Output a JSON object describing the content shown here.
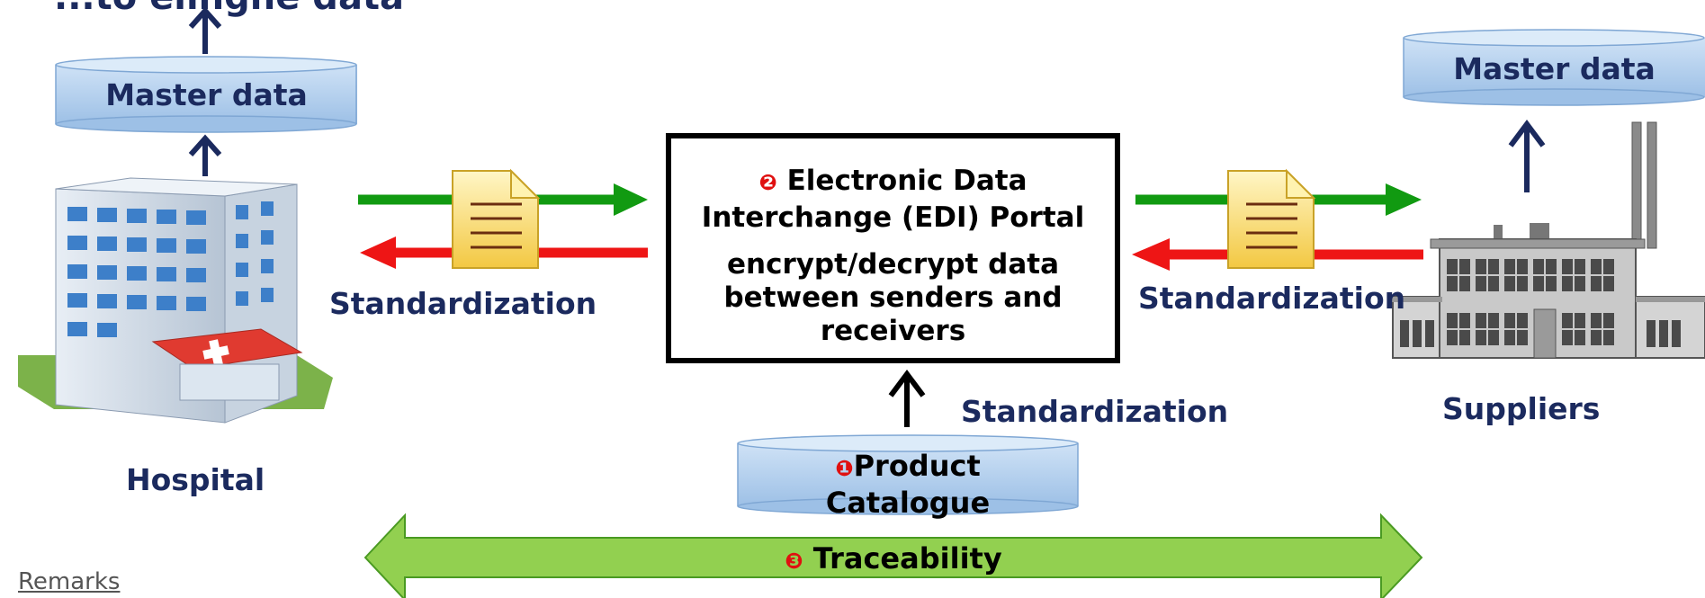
{
  "hospital": {
    "top_text_fragment": "...to eiinghe data",
    "master_data": "Master data",
    "label": "Hospital",
    "standardization": "Standardization"
  },
  "edi": {
    "marker": "❷",
    "title": "Electronic Data Interchange  (EDI) Portal",
    "description": "encrypt/decrypt data between senders and receivers",
    "standardization": "Standardization"
  },
  "catalogue": {
    "marker": "❶",
    "label": "Product Catalogue"
  },
  "suppliers": {
    "master_data": "Master data",
    "label": "Suppliers",
    "standardization": "Standardization"
  },
  "traceability": {
    "marker": "❸",
    "label": "Traceability"
  },
  "remarks": "Remarks",
  "colors": {
    "navy": "#1b2a5e",
    "green_arrow": "#119a11",
    "red_arrow": "#ee1515",
    "cylinder": "#b5d1ee",
    "trace_fill": "#92d050",
    "marker_red": "#e01010"
  }
}
